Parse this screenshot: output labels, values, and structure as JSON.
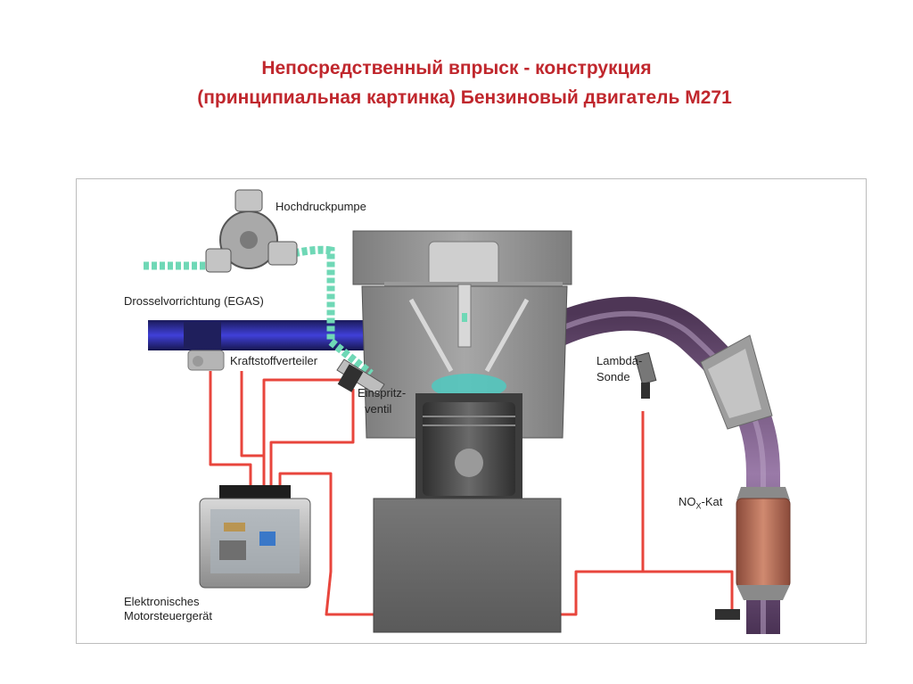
{
  "title": {
    "line1": "Непосредственный впрыск - конструкция",
    "line2": "(принципиальная картинка) Бензиновый двигатель М271",
    "color": "#c0272d"
  },
  "diagram": {
    "labels": {
      "high_pressure_pump": "Hochdruckpumpe",
      "throttle": "Drosselvorrichtung (EGAS)",
      "fuel_rail": "Kraftstoffverteiler",
      "injector_line1": "Einspritz-",
      "injector_line2": "ventil",
      "lambda_line1": "Lambda-",
      "lambda_line2": "Sonde",
      "nox_main": "NO",
      "nox_sub": "X",
      "nox_rest": "-Kat",
      "ecu_line1": "Elektronisches",
      "ecu_line2": "Motorsteuergerät"
    },
    "icons": [
      "high-pressure-pump-icon",
      "throttle-body-icon",
      "fuel-injector-icon",
      "lambda-sensor-icon",
      "catalytic-converter-icon",
      "ecu-icon",
      "piston-icon",
      "spark-plug-icon"
    ],
    "colors": {
      "wiring": "#e8453c",
      "fuel_line": "#6fd8b6",
      "intake": "#2a2aa8",
      "exhaust": "#7a5a86",
      "engine_block": "#8a8a8a"
    }
  }
}
